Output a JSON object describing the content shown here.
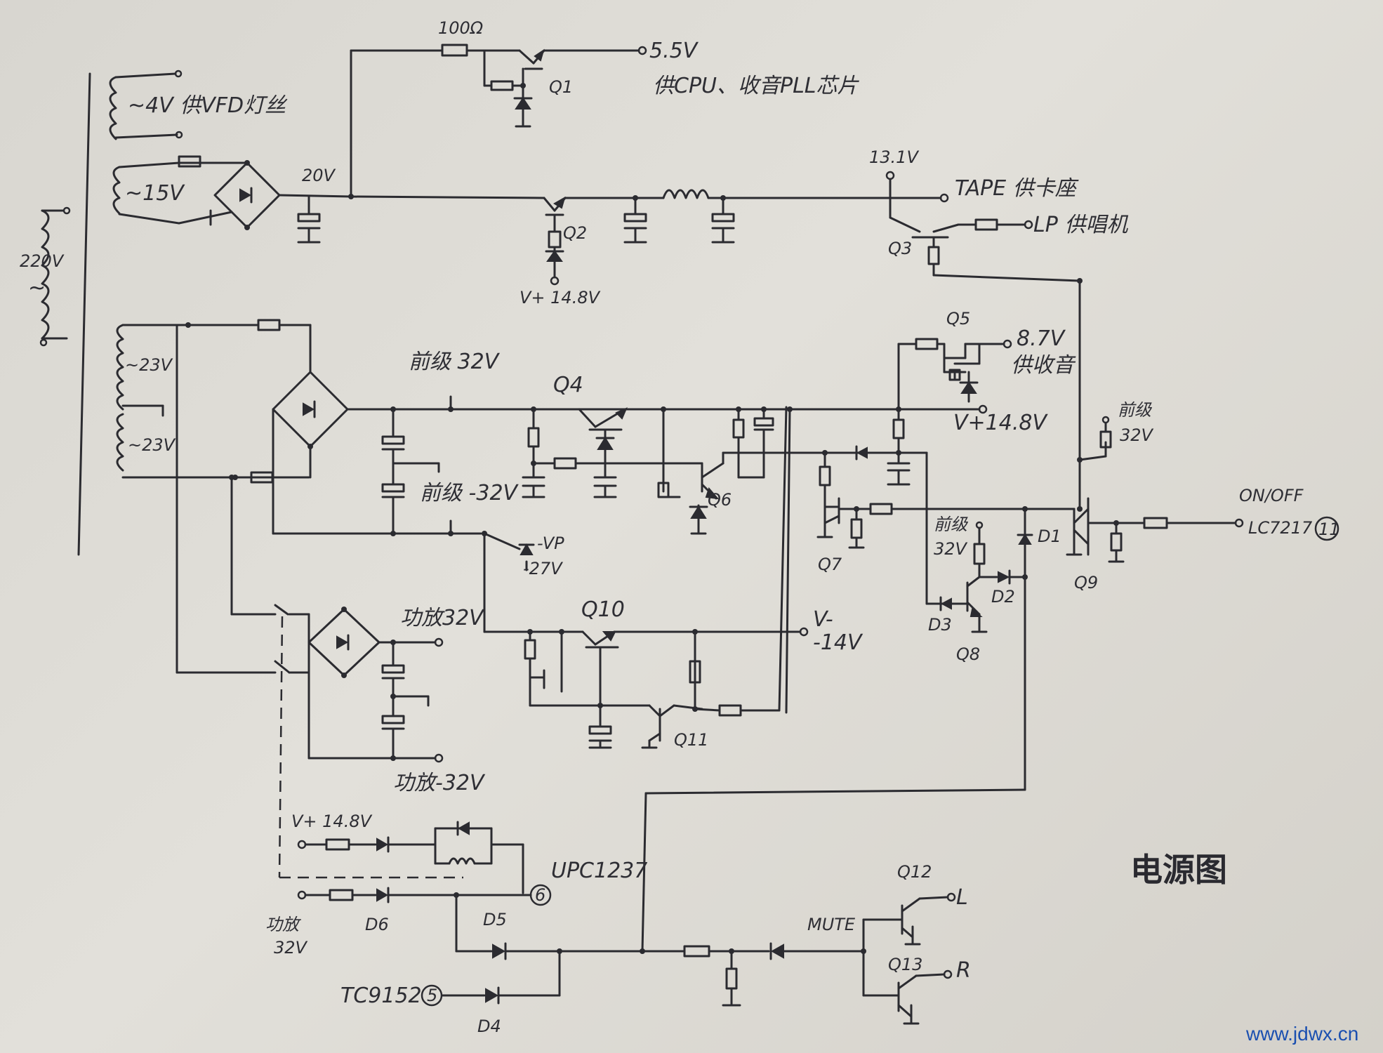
{
  "title": "电源图",
  "watermark": "www.jdwx.cn",
  "transformer": {
    "primary": "220V",
    "primary_ac": "~",
    "sec_4v": "~4V 供VFD灯丝",
    "sec_15v": "~15V",
    "sec_23v_top": "~23V",
    "sec_23v_bottom": "~23V"
  },
  "rails": {
    "v20": "20V",
    "r100": "100Ω",
    "v55": "5.5V",
    "v55_desc": "供CPU、收音PLL芯片",
    "v131": "13.1V",
    "tape": "TAPE 供卡座",
    "lp": "LP 供唱机",
    "vplus148_q2": "V+ 14.8V",
    "pre32": "前级 32V",
    "pre_minus32": "前级 -32V",
    "vp": "-VP",
    "v27": "-27V",
    "v87": "8.7V",
    "v87_desc": "供收音",
    "vplus148": "V+14.8V",
    "vminus": "V-",
    "v14": "-14V",
    "pwr32": "功放32V",
    "pwr_minus32": "功放-32V",
    "q9_pre": "前级",
    "q9_pre_v": "32V",
    "q8_pre": "前级",
    "q8_pre_v": "32V",
    "onoff": "ON/OFF",
    "lc": "LC7217",
    "lc_pin": "11",
    "bottom_v148": "V+ 14.8V",
    "upc": "UPC1237",
    "upc_pin": "6",
    "pwr32b": "功放",
    "pwr32b_v": "32V",
    "tc": "TC9152",
    "tc_pin": "5",
    "mute": "MUTE",
    "out_l": "L",
    "out_r": "R"
  },
  "components": {
    "q1": "Q1",
    "q2": "Q2",
    "q3": "Q3",
    "q4": "Q4",
    "q5": "Q5",
    "q6": "Q6",
    "q7": "Q7",
    "q8": "Q8",
    "q9": "Q9",
    "q10": "Q10",
    "q11": "Q11",
    "q12": "Q12",
    "q13": "Q13",
    "d1": "D1",
    "d2": "D2",
    "d3": "D3",
    "d4": "D4",
    "d5": "D5",
    "d6": "D6"
  }
}
